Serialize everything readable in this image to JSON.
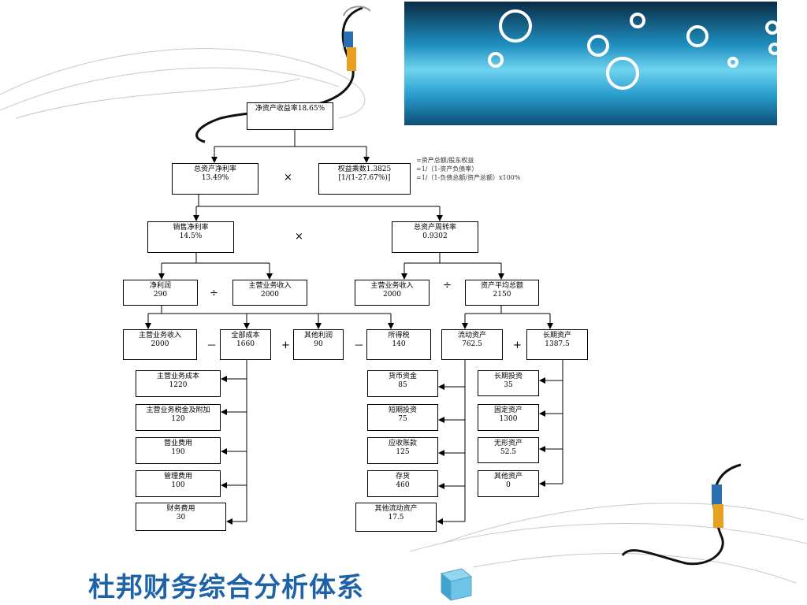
{
  "title": "杜邦财务综合分析体系",
  "nodes": {
    "roe": [
      "净资产收益率18.65%"
    ],
    "roa": [
      "总资产净利率",
      "13.49%"
    ],
    "em": [
      "权益乘数1.3825",
      "[1/(1-27.67%)]"
    ],
    "npm": [
      "销售净利率",
      "14.5%"
    ],
    "tat": [
      "总资产周转率",
      "0.9302"
    ],
    "np": [
      "净利润",
      "290"
    ],
    "rev1": [
      "主营业务收入",
      "2000"
    ],
    "rev2": [
      "主营业务收入",
      "2000"
    ],
    "avgta": [
      "资产平均总额",
      "2150"
    ],
    "rev3": [
      "主营业务收入",
      "2000"
    ],
    "cost": [
      "全部成本",
      "1660"
    ],
    "oprofit": [
      "其他利润",
      "90"
    ],
    "tax": [
      "所得税",
      "140"
    ],
    "ca": [
      "流动资产",
      "762.5"
    ],
    "lta": [
      "长期资产",
      "1387.5"
    ],
    "c1": [
      "主营业务成本",
      "1220"
    ],
    "c2": [
      "主营业务税金及附加",
      "120"
    ],
    "c3": [
      "营业费用",
      "190"
    ],
    "c4": [
      "管理费用",
      "100"
    ],
    "c5": [
      "财务费用",
      "30"
    ],
    "a1": [
      "货币资金",
      "85"
    ],
    "a2": [
      "短期投资",
      "75"
    ],
    "a3": [
      "应收账款",
      "125"
    ],
    "a4": [
      "存货",
      "460"
    ],
    "a5": [
      "其他流动资产",
      "17.5"
    ],
    "l1": [
      "长期投资",
      "35"
    ],
    "l2": [
      "固定资产",
      "1300"
    ],
    "l3": [
      "无形资产",
      "52.5"
    ],
    "l4": [
      "其他资产",
      "0"
    ]
  },
  "note": [
    "=资产总额/股东权益",
    "=1/（1-资产负债率）",
    "=1/（1-负债总额/资产总额）x100%"
  ],
  "ops": {
    "times1": "×",
    "times2": "×",
    "div1": "÷",
    "div2": "÷",
    "minus1": "－",
    "plus1": "+",
    "minus2": "－",
    "plus2": "+"
  },
  "colors": {
    "title": "#1e63a8",
    "lines": "#000000"
  },
  "decorations": [
    "swirl-ribbon-top-left",
    "swirl-ribbon-bottom-right",
    "ice-cube-photo",
    "small-ice-cube-icon"
  ]
}
